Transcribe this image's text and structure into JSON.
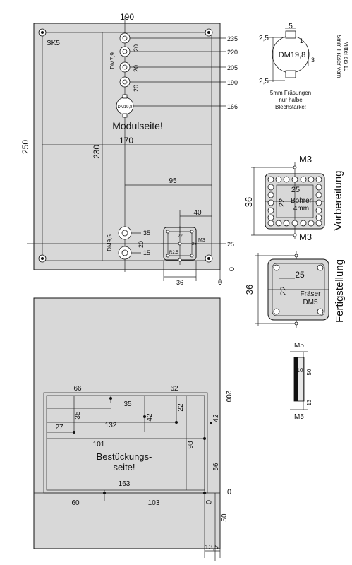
{
  "top_plate": {
    "top_dim": "190",
    "side_dim": "250",
    "label_sk5": "SK5",
    "module_side": "Modulseite!",
    "dim_230": "230",
    "dim_170": "170",
    "dim_95": "95",
    "dim_40": "40",
    "dim_20_a": "20",
    "dim_20_b": "20",
    "dim_20_c": "20",
    "dim_20_d": "20",
    "dm79": "DM7,9",
    "dm95": "DM9,5",
    "dm198_small": "DM19,8",
    "r_235": "235",
    "r_220": "220",
    "r_205": "205",
    "r_190": "190",
    "r_166": "166",
    "r_35": "35",
    "r_15": "15",
    "r_25": "25",
    "r_0": "0",
    "cut_22": "22",
    "cut_25": "25",
    "cut_r25": "R2,5",
    "cut_m3": "M3",
    "bottom_36": "36",
    "bottom_0": "0"
  },
  "hole_detail": {
    "d5": "5",
    "d1": "1",
    "d25a": "2,5",
    "d25b": "2,5",
    "d3": "3",
    "dm": "DM19,8",
    "note1": "5mm Fräsungen",
    "note2": "nur halbe",
    "note3": "Blechstärke!",
    "side_note1": "5mm Fräser vom",
    "side_note2": "Mittel bis 10"
  },
  "prep": {
    "m3_top": "M3",
    "m3_bottom": "M3",
    "d25": "25",
    "d22": "22",
    "d36": "36",
    "bohrer": "Bohrer",
    "mm4": "4mm",
    "title": "Vorbereitung"
  },
  "finish": {
    "d25": "25",
    "d22": "22",
    "d36": "36",
    "fraeser": "Fräser",
    "dm5": "DM5",
    "title": "Fertigstellung"
  },
  "bolt": {
    "m5_top": "M5",
    "m5_bottom": "M5",
    "d10": "10",
    "d50": "50",
    "d13": "13"
  },
  "bottom_plate": {
    "d66": "66",
    "d62": "62",
    "d35a": "35",
    "d35b": "35",
    "d22": "22",
    "d42a": "42",
    "d42b": "42",
    "d27": "27",
    "d132": "132",
    "d101": "101",
    "d98": "98",
    "d56": "56",
    "d163": "163",
    "d60": "60",
    "d103": "103",
    "d200": "200",
    "d0a": "0",
    "d0b": "0",
    "d50": "50",
    "d135": "13,5",
    "label1": "Bestückungs-",
    "label2": "seite!"
  }
}
